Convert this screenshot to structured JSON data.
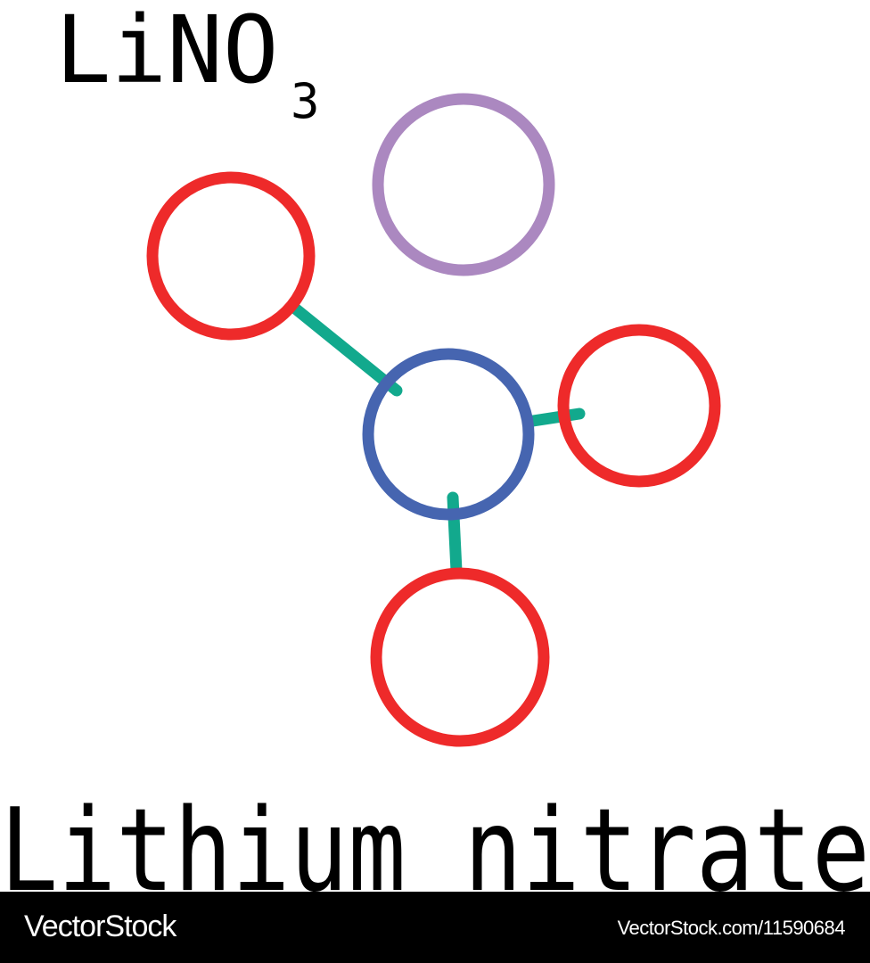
{
  "formula": {
    "base": "LiNO",
    "subscript": "3"
  },
  "name": "Lithium nitrate",
  "colors": {
    "lithium": "#ab88c0",
    "nitrogen": "#4665b0",
    "oxygen": "#ee2a2a",
    "bond": "#12a98d"
  },
  "atoms": [
    {
      "element": "Li",
      "color": "#ab88c0"
    },
    {
      "element": "O",
      "color": "#ee2a2a"
    },
    {
      "element": "N",
      "color": "#4665b0"
    },
    {
      "element": "O",
      "color": "#ee2a2a"
    },
    {
      "element": "O",
      "color": "#ee2a2a"
    }
  ],
  "footer": {
    "brand": "VectorStock",
    "url": "VectorStock.com/11590684"
  }
}
